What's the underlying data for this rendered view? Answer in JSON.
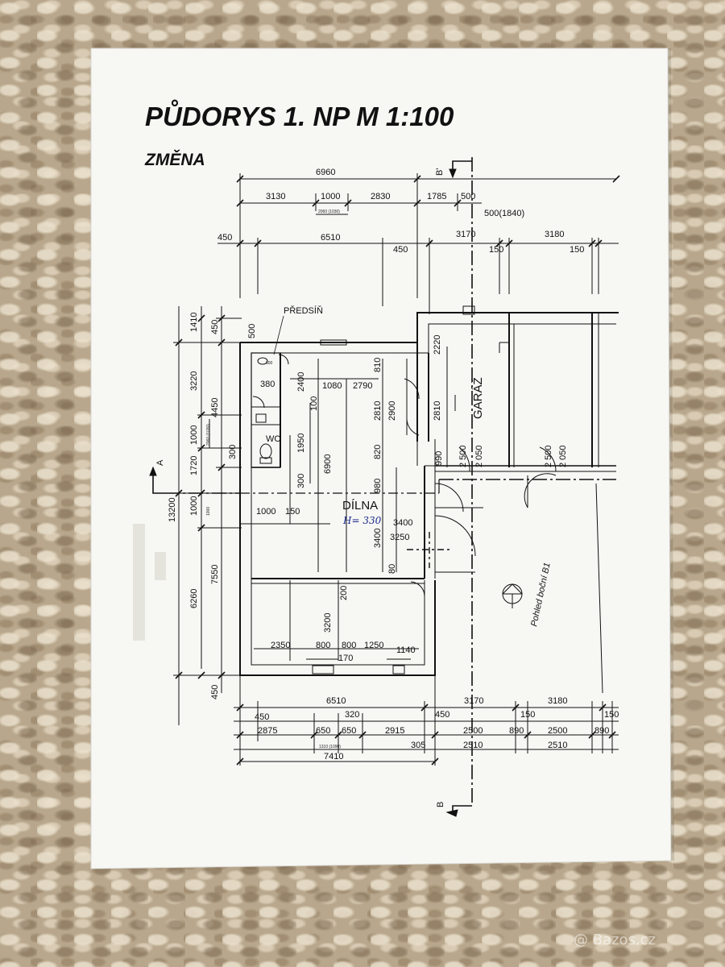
{
  "title": "PŮDORYS  1. NP  M 1:100",
  "subtitle": "ZMĚNA",
  "rooms": {
    "predsin": "PŘEDSÍŇ",
    "wc": "WC",
    "dilna": "DÍLNA",
    "dilna_height": "H= 330",
    "garaz": "GARÁŽ",
    "view_label": "Pohled boční B1"
  },
  "section_marks": {
    "b_prime": "B'",
    "b": "B",
    "a": "A"
  },
  "dims_top": {
    "overall": "6960",
    "r1": [
      "3130",
      "1000",
      "2830",
      "1785",
      "500"
    ],
    "small_note": "2060 (1030)",
    "note_500": "500(1840)",
    "r3": [
      "450",
      "6510",
      "3170",
      "3180"
    ],
    "r4": [
      "450",
      "150",
      "150"
    ]
  },
  "dims_left": {
    "outer": [
      "1410",
      "3220",
      "1720",
      "13200",
      "6260",
      "450"
    ],
    "mid": [
      "450",
      "4450",
      "1000",
      "1000",
      "7550"
    ],
    "inner": [
      "500",
      "300"
    ],
    "small_notes": [
      "2060 (1030)",
      "1000"
    ]
  },
  "dims_inside": {
    "d380": "380",
    "d2400": "2400",
    "d1080": "1080",
    "d2790": "2790",
    "d810": "810",
    "d2220": "2220",
    "d100": "100",
    "d2810a": "2810",
    "d2900": "2900",
    "d2810b": "2810",
    "d1950": "1950",
    "d6900": "6900",
    "d820": "820",
    "d990": "990",
    "d2500a": "2 500",
    "d2050a": "2 050",
    "d2500b": "2 500",
    "d2050b": "2 050",
    "d300": "300",
    "d980": "980",
    "d1000": "1000",
    "d150": "150",
    "d3400a": "3400",
    "d3250": "3250",
    "d3400b": "3400",
    "d80": "80",
    "d200": "200",
    "d3200": "3200",
    "wc_small": "600",
    "row_bottom": [
      "2350",
      "800",
      "800",
      "1250"
    ],
    "d1140": "1140",
    "d170": "170"
  },
  "dims_bottom": {
    "r1": [
      "6510",
      "3170",
      "3180"
    ],
    "r2": [
      "450",
      "320",
      "450",
      "150",
      "150"
    ],
    "r3": [
      "2875",
      "650",
      "650",
      "2915",
      "2500",
      "890",
      "2500",
      "890"
    ],
    "r4": [
      "1310 (1090)",
      "305",
      "2510",
      "2510"
    ],
    "overall": "7410"
  },
  "watermark": "@ Bazos.cz",
  "colors": {
    "paper": "#f7f7f4",
    "ink": "#111111",
    "background": "#b8a78c",
    "handwriting": "#1a2a8a"
  }
}
